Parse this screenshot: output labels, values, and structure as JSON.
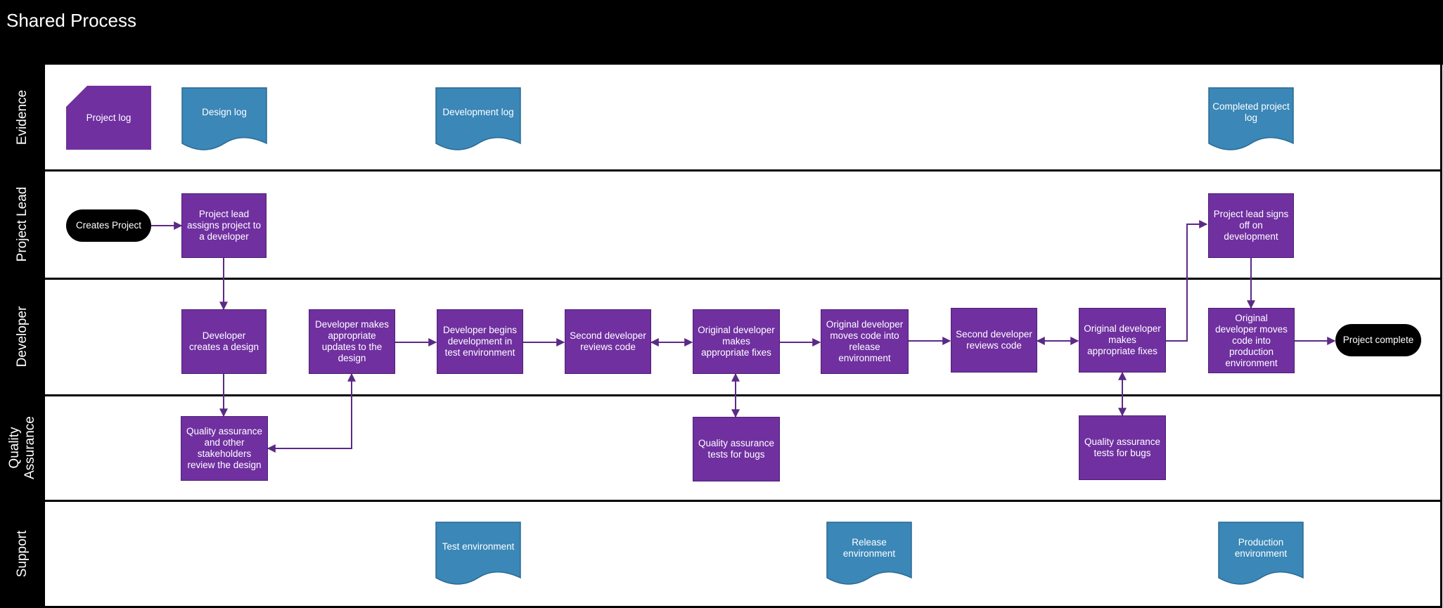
{
  "title": "Shared Process",
  "colors": {
    "process": "#7030a0",
    "document": "#3a87b8",
    "terminator": "#000000",
    "connector": "#5b2a86"
  },
  "lanes": {
    "evidence": "Evidence",
    "project_lead": "Project Lead",
    "developer": "Developer",
    "quality_assurance": "Quality\nAssurance",
    "support": "Support"
  },
  "nodes": {
    "project_log": "Project log",
    "design_log": "Design log",
    "development_log": "Development log",
    "completed_project_log": "Completed project log",
    "creates_project": "Creates Project",
    "lead_assigns": "Project lead assigns project to a developer",
    "lead_signs_off": "Project lead signs off on development",
    "dev_creates_design": "Developer creates a design",
    "dev_updates_design": "Developer makes appropriate updates to the design",
    "dev_begins_test": "Developer begins development in test environment",
    "second_reviews_1": "Second developer reviews code",
    "original_fixes_1": "Original developer makes appropriate fixes",
    "original_moves_release": "Original developer moves code into release environment",
    "second_reviews_2": "Second developer reviews code",
    "original_fixes_2": "Original developer makes appropriate fixes",
    "original_moves_production": "Original developer moves code into production environment",
    "project_complete": "Project complete",
    "qa_review_design": "Quality assurance and other stakeholders review the design",
    "qa_tests_1": "Quality assurance tests for bugs",
    "qa_tests_2": "Quality assurance tests for bugs",
    "test_environment": "Test environment",
    "release_environment": "Release environment",
    "production_environment": "Production environment"
  }
}
